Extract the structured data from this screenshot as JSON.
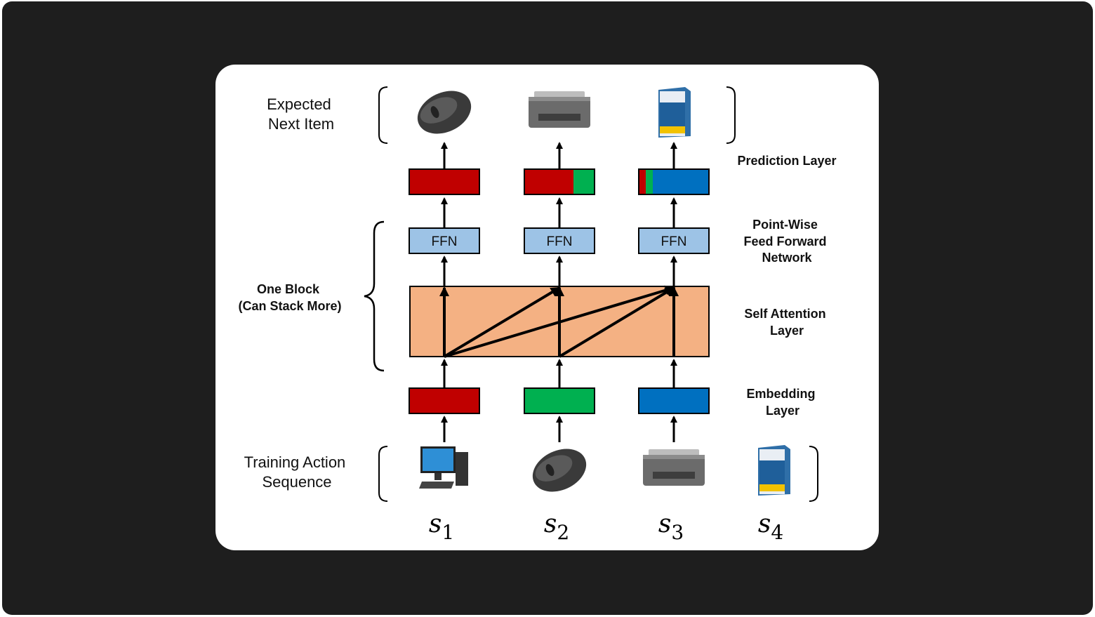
{
  "left_labels": {
    "expected_next_item": [
      "Expected",
      "Next Item"
    ],
    "one_block": [
      "One Block",
      "(Can Stack More)"
    ],
    "training_action_sequence": [
      "Training Action",
      "Sequence"
    ]
  },
  "right_labels": {
    "prediction_layer": [
      "Prediction Layer"
    ],
    "point_wise_ffn": [
      "Point-Wise",
      "Feed Forward",
      "Network"
    ],
    "self_attention": [
      "Self Attention",
      "Layer"
    ],
    "embedding": [
      "Embedding",
      "Layer"
    ]
  },
  "ffn_label": "FFN",
  "sequence": [
    {
      "symbol": "s",
      "sub": "1",
      "item": "computer-icon",
      "embedding_color": "#c00000",
      "prediction_mix": [
        {
          "color": "#c00000",
          "fraction": 1.0
        }
      ],
      "expected_item": "mouse-icon"
    },
    {
      "symbol": "s",
      "sub": "2",
      "item": "mouse-icon",
      "embedding_color": "#00b050",
      "prediction_mix": [
        {
          "color": "#c00000",
          "fraction": 0.7
        },
        {
          "color": "#00b050",
          "fraction": 0.3
        }
      ],
      "expected_item": "printer-icon"
    },
    {
      "symbol": "s",
      "sub": "3",
      "item": "printer-icon",
      "embedding_color": "#0070c0",
      "prediction_mix": [
        {
          "color": "#c00000",
          "fraction": 0.1
        },
        {
          "color": "#00b050",
          "fraction": 0.1
        },
        {
          "color": "#0070c0",
          "fraction": 0.8
        }
      ],
      "expected_item": "paper-box-icon"
    },
    {
      "symbol": "s",
      "sub": "4",
      "item": "paper-box-icon"
    }
  ],
  "colors": {
    "attention_fill": "#f4b183",
    "ffn_fill": "#9dc3e6",
    "background": "#1e1e1e",
    "card": "#ffffff"
  }
}
